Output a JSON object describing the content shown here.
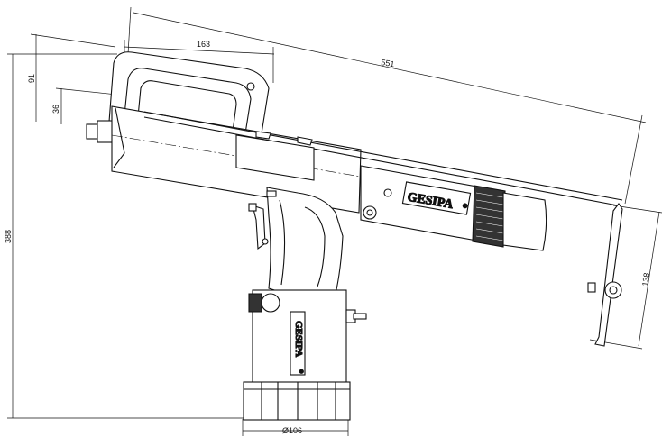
{
  "drawing": {
    "dimensions": {
      "width_handle": "163",
      "overall_length": "551",
      "offset_top": "91",
      "offset_inner": "36",
      "overall_height": "388",
      "hook_height": "138",
      "base_diameter": "Ø106"
    },
    "brand": {
      "head_label": "GESIPA",
      "body_label": "GESIPA",
      "registered_mark": "®"
    }
  }
}
